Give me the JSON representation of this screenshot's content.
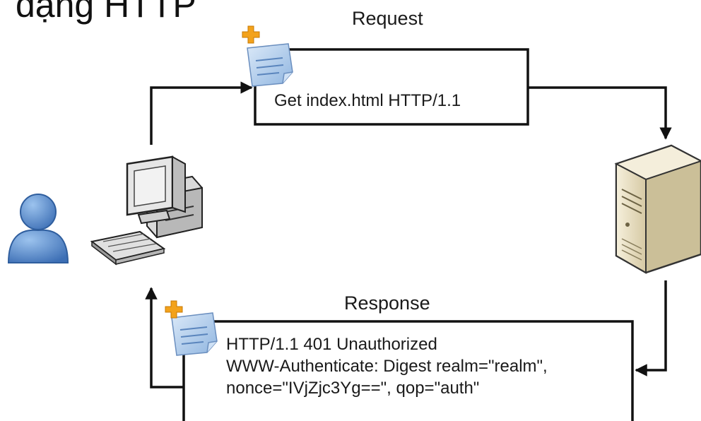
{
  "title_fragment": "dạng HTTP",
  "request": {
    "label": "Request",
    "message": "Get index.html HTTP/1.1"
  },
  "response": {
    "label": "Response",
    "lines": [
      "HTTP/1.1 401 Unauthorized",
      "WWW-Authenticate: Digest realm=\"realm\",",
      "nonce=\"IVjZjc3Yg==\", qop=\"auth\""
    ]
  },
  "icons": {
    "user": "user-icon",
    "client": "desktop-computer-icon",
    "server": "server-icon",
    "request_doc": "new-document-icon",
    "response_doc": "new-document-icon"
  },
  "colors": {
    "user_blue": "#5b8fd1",
    "doc_blue": "#a9c8ea",
    "plus_orange": "#f3a21b",
    "server_beige": "#e9e0c4",
    "line": "#111111"
  }
}
